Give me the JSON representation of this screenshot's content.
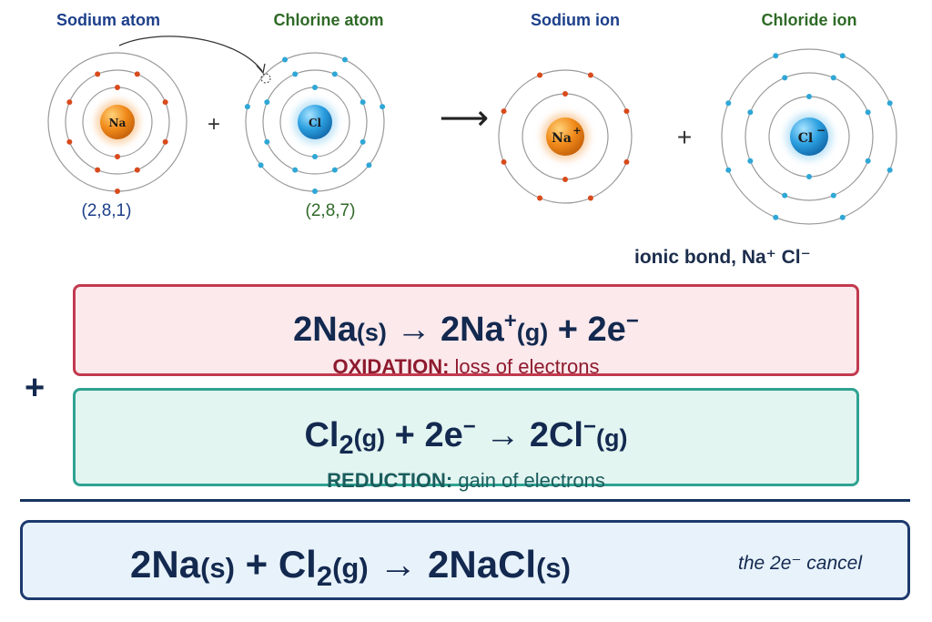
{
  "atoms": {
    "sodium_atom": {
      "title": "Sodium atom",
      "symbol": "Na",
      "config": "(2,8,1)",
      "title_color": "#1d3f8a",
      "config_color": "#1d3f8a",
      "electron_color": "#d94a1c",
      "shells": [
        2,
        8,
        1
      ]
    },
    "chlorine_atom": {
      "title": "Chlorine atom",
      "symbol": "Cl",
      "config": "(2,8,7)",
      "title_color": "#2f6a27",
      "config_color": "#2f6a27",
      "electron_color": "#2fa7d6",
      "shells": [
        2,
        8,
        7
      ]
    },
    "sodium_ion": {
      "title": "Sodium ion",
      "symbol": "Na",
      "charge": "+",
      "title_color": "#1d3f8a",
      "electron_color": "#d94a1c",
      "shells": [
        2,
        8
      ]
    },
    "chloride_ion": {
      "title": "Chloride ion",
      "symbol": "Cl",
      "charge": "−",
      "title_color": "#2f6a27",
      "electron_color": "#2fa7d6",
      "shells": [
        2,
        8,
        8
      ]
    }
  },
  "symbols": {
    "plus": "+",
    "arrow": "⟶"
  },
  "ionic_bond_label": "ionic bond, Na⁺ Cl⁻",
  "oxidation": {
    "coef1": "2Na",
    "state1": "(s)",
    "arrow": "→",
    "coef2": "2Na",
    "sup2": "+",
    "state2": "(g)",
    "plus": "+",
    "electrons": "2e",
    "esup": "−",
    "label": "OXIDATION:",
    "desc": "loss of electrons",
    "label_color": "#8e1a2e",
    "border_color": "#c23a4e"
  },
  "side_plus": "+",
  "reduction": {
    "cl": "Cl",
    "sub": "2",
    "state1": "(g)",
    "plus": "+",
    "electrons": "2e",
    "esup": "−",
    "arrow": "→",
    "product": "2Cl",
    "psup": "−",
    "state2": "(g)",
    "label": "REDUCTION:",
    "desc": "gain of electrons",
    "label_color": "#1b5d5d",
    "border_color": "#2fa392"
  },
  "net": {
    "term1": "2Na",
    "state1": "(s)",
    "plus": "+",
    "cl": "Cl",
    "sub": "2",
    "state2": "(g)",
    "arrow": "→",
    "product": "2NaCl",
    "state3": "(s)",
    "note": "the 2e⁻ cancel"
  }
}
